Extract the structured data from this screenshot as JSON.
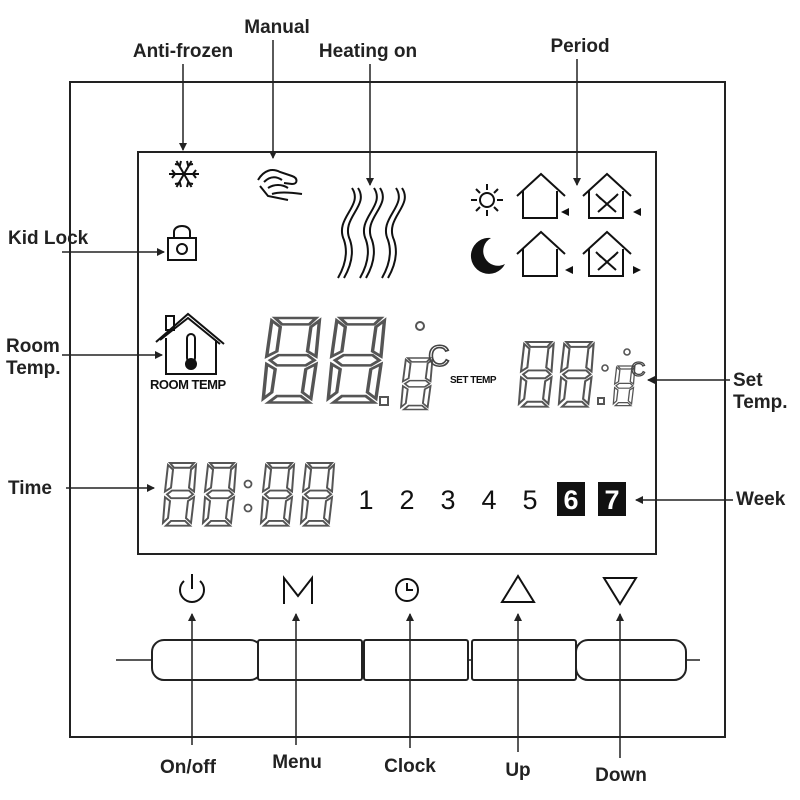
{
  "callouts": {
    "anti_frozen": "Anti-frozen",
    "manual": "Manual",
    "heating_on": "Heating on",
    "period": "Period",
    "kid_lock": "Kid Lock",
    "room_temp_1": "Room",
    "room_temp_2": "Temp.",
    "set_temp_1": "Set",
    "set_temp_2": "Temp.",
    "time": "Time",
    "week": "Week"
  },
  "display": {
    "room_temp_label": "ROOM TEMP",
    "set_temp_label": "SET TEMP",
    "unit": "°C",
    "weekdays": [
      "1",
      "2",
      "3",
      "4",
      "5",
      "6",
      "7"
    ],
    "highlighted_days": [
      "6",
      "7"
    ]
  },
  "buttons": [
    {
      "label": "On/off",
      "icon": "power-icon"
    },
    {
      "label": "Menu",
      "icon": "m-icon"
    },
    {
      "label": "Clock",
      "icon": "clock-icon"
    },
    {
      "label": "Up",
      "icon": "triangle-up-icon"
    },
    {
      "label": "Down",
      "icon": "triangle-down-icon"
    }
  ]
}
